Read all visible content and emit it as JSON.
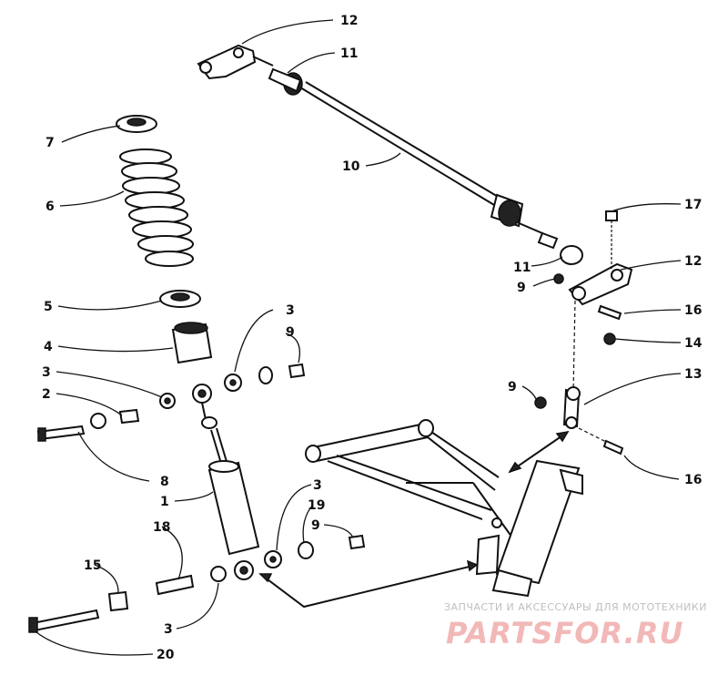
{
  "callouts": {
    "c12a": "12",
    "c11a": "11",
    "c10": "10",
    "c7": "7",
    "c6": "6",
    "c17": "17",
    "c11b": "11",
    "c12b": "12",
    "c9a": "9",
    "c16a": "16",
    "c14": "14",
    "c5": "5",
    "c3a": "3",
    "c9b": "9",
    "c4": "4",
    "c3b": "3",
    "c2": "2",
    "c9c": "9",
    "c13": "13",
    "c8": "8",
    "c16b": "16",
    "c1": "1",
    "c3c": "3",
    "c19": "19",
    "c18": "18",
    "c9d": "9",
    "c15": "15",
    "c3d": "3",
    "c20": "20"
  },
  "watermark": {
    "tagline": "ЗАПЧАСТИ И АКСЕССУАРЫ ДЛЯ МОТОТЕХНИКИ",
    "brand": "PARTSFOR.RU"
  }
}
